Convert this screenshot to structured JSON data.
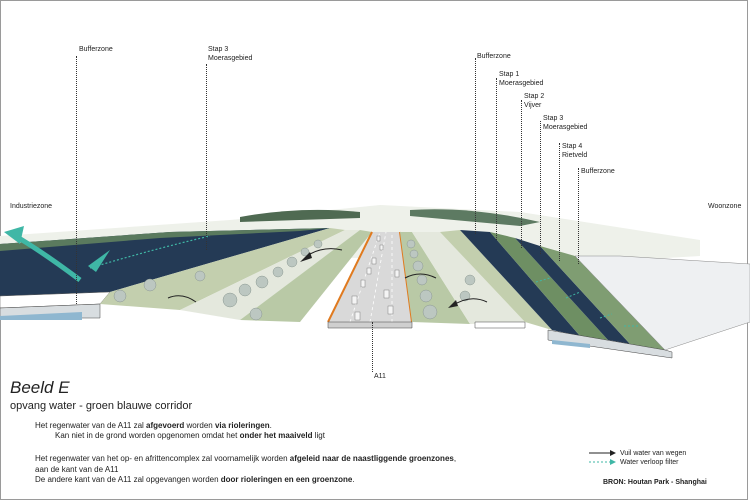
{
  "labels": {
    "bufferzone_left": "Bufferzone",
    "stap3_left": [
      "Stap 3",
      "Moerasgebied"
    ],
    "bufferzone_right": "Bufferzone",
    "stap1": [
      "Stap 1",
      "Moerasgebied"
    ],
    "stap2": [
      "Stap 2",
      "Vijver"
    ],
    "stap3_right": [
      "Stap 3",
      "Moerasgebied"
    ],
    "stap4": [
      "Stap 4",
      "Rietveld"
    ],
    "bufferzone_far": "Bufferzone",
    "industriezone": "Industriezone",
    "woonzone": "Woonzone",
    "road": "A11"
  },
  "heading": {
    "title": "Beeld E",
    "subtitle": "opvang water - groen blauwe corridor"
  },
  "text": {
    "p1_a": "Het regenwater van de A11 zal ",
    "p1_b": "afgevoerd",
    "p1_c": " worden ",
    "p1_d": "via rioleringen",
    "p1_e": ".",
    "p2_a": "Kan niet in de grond worden opgenomen omdat het ",
    "p2_b": "onder het maaiveld",
    "p2_c": " ligt",
    "p3_a": "Het regenwater van het op- en afrittencomplex zal voornamelijk worden ",
    "p3_b": "afgeleid naar de naastliggende groenzones",
    "p3_c": ",",
    "p4": "aan de kant van de A11",
    "p5_a": "De andere kant van de A11 zal opgevangen worden ",
    "p5_b": "door rioleringen en een groenzone",
    "p5_c": "."
  },
  "legend": {
    "item1": "Vuil water van wegen",
    "item2": "Water verloop filter",
    "color1": "#222222",
    "color2": "#3fb7a6"
  },
  "source": "BRON:  Houtan Park - Shanghai",
  "colors": {
    "water": "#243a55",
    "grass": "#b9c9a6",
    "tree": "#bcc7c1",
    "road_edge": "#e07a1f",
    "arrow_teal": "#3fb7a6"
  }
}
